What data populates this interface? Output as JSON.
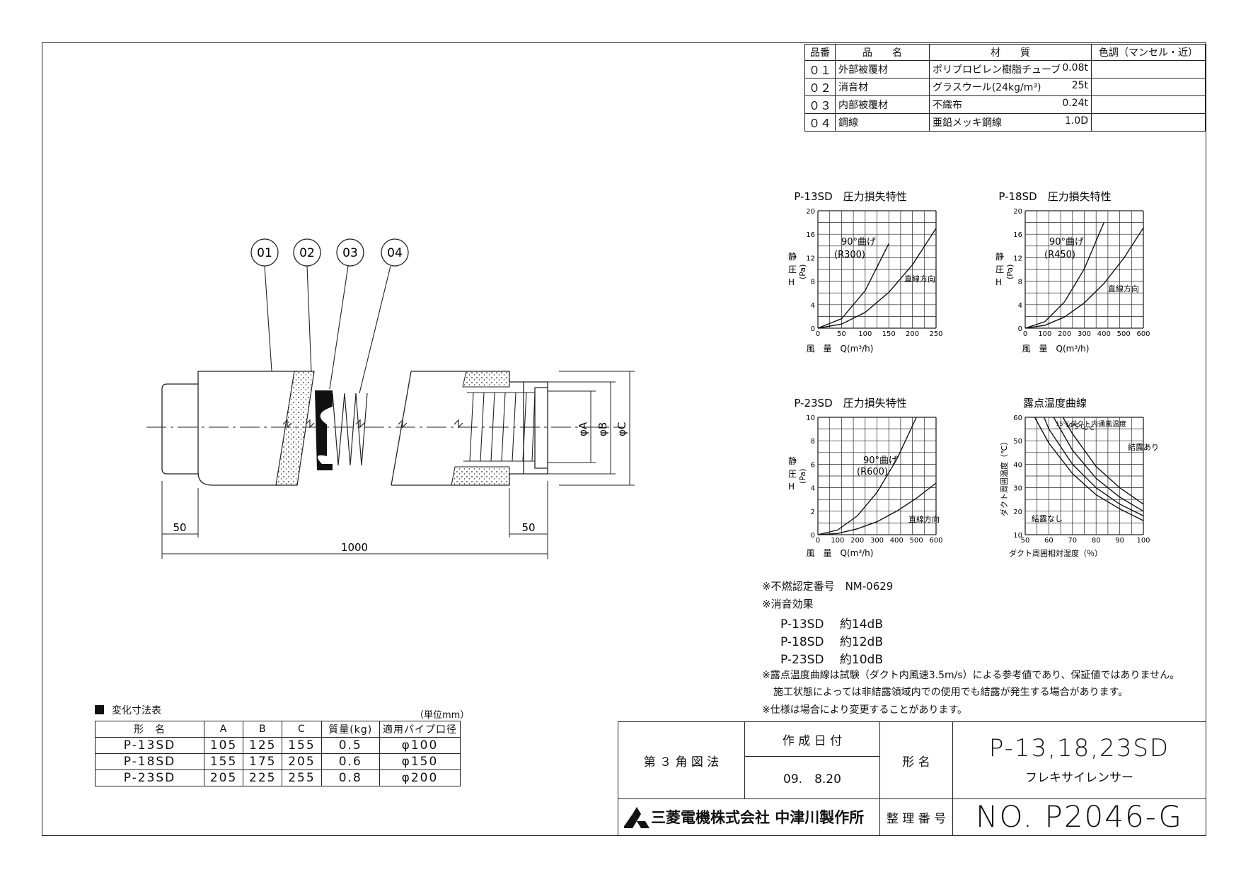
{
  "materials": {
    "headers": {
      "no": "品番",
      "name": "品　　名",
      "material": "材　　質",
      "color": "色調（マンセル・近）"
    },
    "rows": [
      {
        "no": "０１",
        "name": "外部被覆材",
        "material": "ポリプロピレン樹脂チューブ",
        "thickness": "0.08t",
        "color": ""
      },
      {
        "no": "０２",
        "name": "消音材",
        "material": "グラスウール(24kg/m³)",
        "thickness": "25t",
        "color": ""
      },
      {
        "no": "０３",
        "name": "内部被覆材",
        "material": "不織布",
        "thickness": "0.24t",
        "color": ""
      },
      {
        "no": "０４",
        "name": "鋼線",
        "material": "亜鉛メッキ鋼線",
        "thickness": "1.0D",
        "color": ""
      }
    ]
  },
  "drawing": {
    "bubbles": [
      "01",
      "02",
      "03",
      "04"
    ],
    "dims": {
      "left_end": "50",
      "right_end": "50",
      "total": "1000",
      "a": "φA",
      "b": "φB",
      "c": "φC"
    }
  },
  "charts_text": {
    "c1_title": "P-13SD　圧力損失特性",
    "c2_title": "P-18SD　圧力損失特性",
    "c3_title": "P-23SD　圧力損失特性",
    "c4_title": "露点温度曲線",
    "bend1": "90°曲げ",
    "bend1r": "(R300)",
    "bend2": "90°曲げ",
    "bend2r": "(R450)",
    "bend3": "90°曲げ",
    "bend3r": "(R600)",
    "straight": "直線方向",
    "xlabel": "風　量　Q(m³/h)",
    "ylabel_a": "静",
    "ylabel_b": "圧",
    "ylabel_c": "(Pa)",
    "ylabel_h": "H",
    "c4_xlabel": "ダクト周囲相対湿度（％）",
    "c4_ylabel": "ダクト周囲温度（℃）",
    "c4_inner": "ダクト内通風温度",
    "c4_cond": "結露あり",
    "c4_nocond": "結露なし"
  },
  "chart_data": [
    {
      "type": "line",
      "title": "P-13SD　圧力損失特性",
      "xlabel": "風　量　Q(m³/h)",
      "ylabel": "静圧 H (Pa)",
      "xlim": [
        0,
        250
      ],
      "ylim": [
        0,
        20
      ],
      "x_ticks": [
        0,
        50,
        100,
        150,
        200,
        250
      ],
      "y_ticks": [
        0,
        4,
        8,
        12,
        16,
        20
      ],
      "series": [
        {
          "name": "90°曲げ (R300)",
          "x": [
            0,
            50,
            100,
            150
          ],
          "y": [
            0,
            1.6,
            6.4,
            14.4
          ]
        },
        {
          "name": "直線方向",
          "x": [
            0,
            50,
            100,
            150,
            200,
            250
          ],
          "y": [
            0,
            0.7,
            2.7,
            6.1,
            10.8,
            17
          ]
        }
      ]
    },
    {
      "type": "line",
      "title": "P-18SD　圧力損失特性",
      "xlabel": "風　量　Q(m³/h)",
      "ylabel": "静圧 H (Pa)",
      "xlim": [
        0,
        600
      ],
      "ylim": [
        0,
        20
      ],
      "x_ticks": [
        0,
        100,
        200,
        300,
        400,
        500,
        600
      ],
      "y_ticks": [
        0,
        4,
        8,
        12,
        16,
        20
      ],
      "series": [
        {
          "name": "90°曲げ (R450)",
          "x": [
            0,
            100,
            200,
            300,
            400
          ],
          "y": [
            0,
            1.1,
            4.5,
            10.1,
            18
          ]
        },
        {
          "name": "直線方向",
          "x": [
            0,
            100,
            200,
            300,
            400,
            500,
            600
          ],
          "y": [
            0,
            0.5,
            1.9,
            4.3,
            7.6,
            11.9,
            17.1
          ]
        }
      ]
    },
    {
      "type": "line",
      "title": "P-23SD　圧力損失特性",
      "xlabel": "風　量　Q(m³/h)",
      "ylabel": "静圧 H (Pa)",
      "xlim": [
        0,
        600
      ],
      "ylim": [
        0,
        10
      ],
      "x_ticks": [
        0,
        100,
        200,
        300,
        400,
        500,
        600
      ],
      "y_ticks": [
        0,
        2,
        4,
        6,
        8,
        10
      ],
      "series": [
        {
          "name": "90°曲げ (R600)",
          "x": [
            0,
            100,
            200,
            300,
            400,
            500
          ],
          "y": [
            0,
            0.4,
            1.6,
            3.6,
            6.4,
            10
          ]
        },
        {
          "name": "直線方向",
          "x": [
            0,
            100,
            200,
            300,
            400,
            500,
            600
          ],
          "y": [
            0,
            0.1,
            0.5,
            1.1,
            2,
            3.1,
            4.4
          ]
        }
      ]
    },
    {
      "type": "line",
      "title": "露点温度曲線",
      "xlabel": "ダクト周囲相対湿度（％）",
      "ylabel": "ダクト周囲温度（℃）",
      "xlim": [
        50,
        100
      ],
      "ylim": [
        10,
        60
      ],
      "x_ticks": [
        50,
        60,
        70,
        80,
        90,
        100
      ],
      "y_ticks": [
        10,
        20,
        30,
        40,
        50,
        60
      ],
      "series": [
        {
          "name": "15℃",
          "x": [
            54,
            60,
            70,
            80,
            90,
            100
          ],
          "y": [
            60,
            49,
            36,
            27,
            21,
            16
          ]
        },
        {
          "name": "10℃",
          "x": [
            58,
            60,
            70,
            80,
            90,
            100
          ],
          "y": [
            60,
            55,
            40,
            30,
            23,
            18
          ]
        },
        {
          "name": "5℃",
          "x": [
            62,
            70,
            80,
            90,
            100
          ],
          "y": [
            60,
            46,
            34,
            26,
            20
          ]
        },
        {
          "name": "0℃",
          "x": [
            66,
            70,
            80,
            90,
            100
          ],
          "y": [
            60,
            53,
            39,
            30,
            23
          ]
        }
      ]
    }
  ],
  "notes": {
    "cert": "※不燃認定番号　NM-0629",
    "effect_head": "※消音効果",
    "effect": [
      "P-13SD　 約14dB",
      "P-18SD　 約12dB",
      "P-23SD　 約10dB"
    ],
    "dew1": "※露点温度曲線は試験（ダクト内風速3.5m/s）による参考値であり、保証値ではありません。",
    "dew2": "施工状態によっては非結露領域内での使用でも結露が発生する場合があります。",
    "spec": "※仕様は場合により変更することがあります。"
  },
  "dim_table": {
    "title": "変化寸法表",
    "unit": "（単位mm）",
    "headers": [
      "形　名",
      "A",
      "B",
      "C",
      "質量(kg)",
      "適用パイプ口径"
    ],
    "rows": [
      [
        "P-13SD",
        "105",
        "125",
        "155",
        "0.5",
        "φ100"
      ],
      [
        "P-18SD",
        "155",
        "175",
        "205",
        "0.6",
        "φ150"
      ],
      [
        "P-23SD",
        "205",
        "225",
        "255",
        "0.8",
        "φ200"
      ]
    ]
  },
  "title_block": {
    "projection": "第 ３ 角 図 法",
    "date_label": "作 成 日 付",
    "date": "09.　8.20",
    "model_label": "形 名",
    "model": "P-13,18,23SD",
    "product": "フレキサイレンサー",
    "company": "三菱電機株式会社 中津川製作所",
    "ref_label": "整 理 番 号",
    "ref": "NO. P2046-G"
  }
}
